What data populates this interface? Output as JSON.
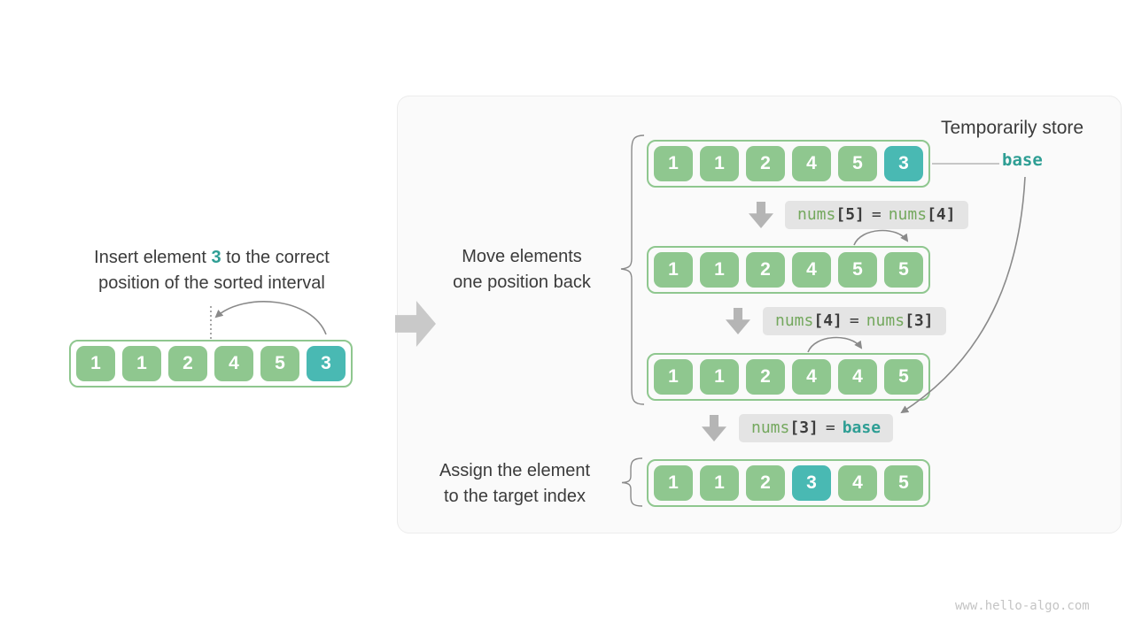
{
  "colors": {
    "cell_green": "#8fc78f",
    "cell_teal": "#49b9b3",
    "accent_text_teal": "#2e9e94",
    "code_green": "#74a85e",
    "code_box_bg": "#e4e4e4",
    "arrow_gray": "#b5b5b5"
  },
  "watermark": "www.hello-algo.com",
  "left": {
    "caption": {
      "line1_pre": "Insert element ",
      "em": "3",
      "line1_post": " to the correct",
      "line2": "position of the sorted interval"
    },
    "array": {
      "values": [
        1,
        1,
        2,
        4,
        5,
        3
      ],
      "highlight": 5
    }
  },
  "panel": {
    "temp_store_label": "Temporarily store",
    "base_label": "base",
    "move_label_line1": "Move elements",
    "move_label_line2": "one position back",
    "assign_label_line1": "Assign the element",
    "assign_label_line2": "to the target index",
    "arrays": [
      {
        "values": [
          1,
          1,
          2,
          4,
          5,
          3
        ],
        "highlight": 5
      },
      {
        "values": [
          1,
          1,
          2,
          4,
          5,
          5
        ],
        "highlight": -1
      },
      {
        "values": [
          1,
          1,
          2,
          4,
          4,
          5
        ],
        "highlight": -1
      },
      {
        "values": [
          1,
          1,
          2,
          3,
          4,
          5
        ],
        "highlight": 3
      }
    ],
    "steps": [
      {
        "lhs_fn": "nums",
        "lhs_idx": "[5]",
        "eq": "=",
        "rhs_fn": "nums",
        "rhs_idx": "[4]"
      },
      {
        "lhs_fn": "nums",
        "lhs_idx": "[4]",
        "eq": "=",
        "rhs_fn": "nums",
        "rhs_idx": "[3]"
      },
      {
        "lhs_fn": "nums",
        "lhs_idx": "[3]",
        "eq": "=",
        "rhs_base": "base"
      }
    ]
  }
}
